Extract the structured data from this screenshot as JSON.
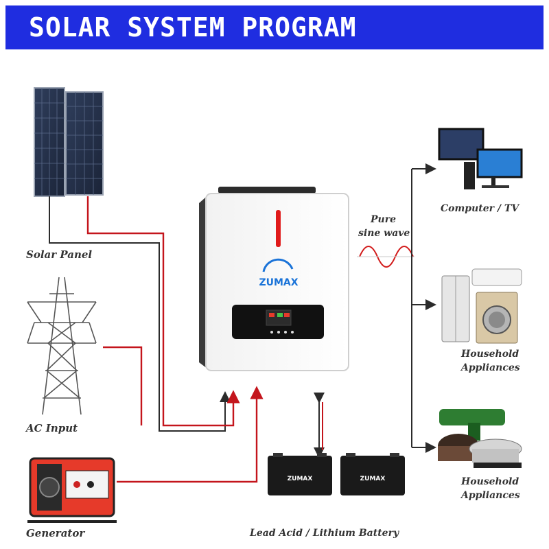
{
  "banner": {
    "title": "SOLAR SYSTEM PROGRAM"
  },
  "labels": {
    "solar_panel": "Solar Panel",
    "ac_input": "AC Input",
    "generator": "Generator",
    "battery": "Lead Acid / Lithium Battery",
    "pure_wave_line1": "Pure",
    "pure_wave_line2": "sine wave",
    "computer_tv": "Computer / TV",
    "household1_line1": "Household",
    "household1_line2": "Appliances",
    "household2_line1": "Household",
    "household2_line2": "Appliances"
  },
  "brand": {
    "logo_text": "ZUMAX",
    "battery_logo_text": "ZUMAX"
  },
  "colors": {
    "banner": "#1f2de0",
    "wire_red": "#c4151c",
    "wire_black": "#2b2b2b",
    "wave": "#d21b1b"
  }
}
